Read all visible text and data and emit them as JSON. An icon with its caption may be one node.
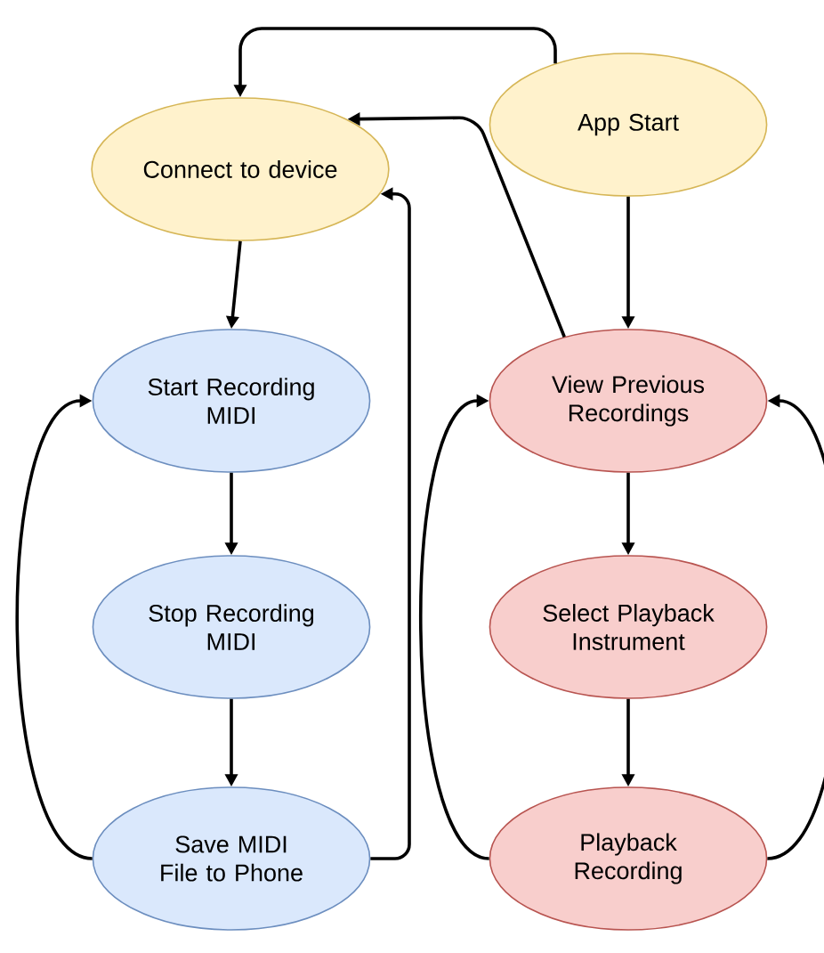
{
  "diagram": {
    "nodes": [
      {
        "text": [
          "Connect to device"
        ]
      },
      {
        "text": [
          "App Start"
        ]
      },
      {
        "text": [
          "Start Recording MIDI"
        ]
      },
      {
        "text": [
          "View Previous Recordings"
        ]
      },
      {
        "text": [
          "Stop Recording MIDI"
        ]
      },
      {
        "text": [
          "Select Playback Instrument"
        ]
      },
      {
        "text": [
          "Save MIDI File to Phone"
        ]
      },
      {
        "text": [
          "Playback Recording"
        ]
      }
    ],
    "edges": [
      {
        "from": 1,
        "to": 0,
        "arrow": "to"
      },
      {
        "from": 1,
        "to": 3,
        "arrow": "to"
      },
      {
        "from": 3,
        "to": 0,
        "arrow": "to"
      },
      {
        "from": 0,
        "to": 2,
        "arrow": "to"
      },
      {
        "from": 2,
        "to": 4,
        "arrow": "to"
      },
      {
        "from": 4,
        "to": 6,
        "arrow": "to"
      },
      {
        "from": 6,
        "to": 2,
        "arrow": "to"
      },
      {
        "from": 6,
        "to": 0,
        "arrow": "to"
      },
      {
        "from": 3,
        "to": 5,
        "arrow": "to"
      },
      {
        "from": 5,
        "to": 7,
        "arrow": "to"
      },
      {
        "from": 7,
        "to": 3,
        "arrow": "to"
      },
      {
        "from": 7,
        "to": 3,
        "arrow": "to"
      }
    ]
  }
}
